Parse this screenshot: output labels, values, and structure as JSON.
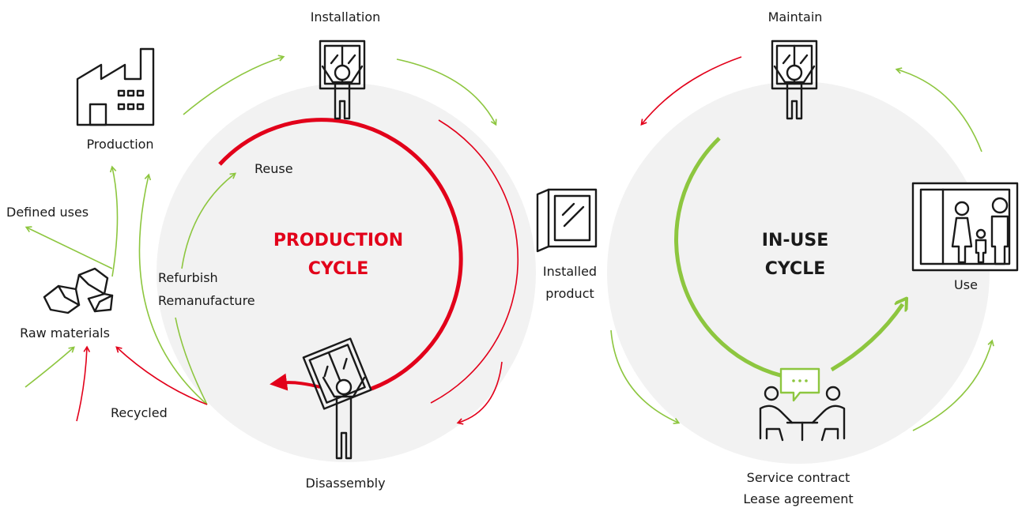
{
  "colors": {
    "green": "#8dc63f",
    "red": "#e2001a",
    "dark": "#1a1a1a",
    "disc": "#f2f2f2"
  },
  "labels": {
    "installation": "Installation",
    "production": "Production",
    "reuse": "Reuse",
    "defined_uses": "Defined uses",
    "refurbish": "Refurbish",
    "remanufacture": "Remanufacture",
    "raw_materials": "Raw materials",
    "recycled": "Recycled",
    "disassembly": "Disassembly",
    "installed_line1": "Installed",
    "installed_line2": "product",
    "maintain": "Maintain",
    "use": "Use",
    "service_contract": "Service contract",
    "lease_agreement": "Lease agreement"
  },
  "cycles": {
    "production_line1": "PRODUCTION",
    "production_line2": "CYCLE",
    "inuse_line1": "IN-USE",
    "inuse_line2": "CYCLE"
  },
  "icons": {
    "factory": "factory-icon",
    "worker_window_top": "worker-window-icon",
    "worker_window_bottom": "worker-window-icon",
    "installed_window": "window-icon",
    "maintain_worker": "worker-window-icon",
    "family_window": "family-window-icon",
    "meeting": "meeting-icon",
    "rocks": "rocks-icon"
  }
}
